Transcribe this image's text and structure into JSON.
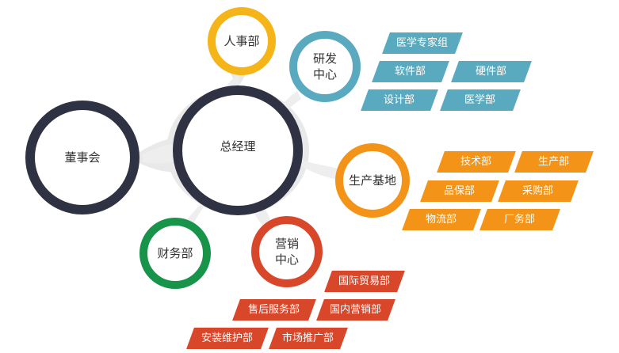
{
  "colors": {
    "dark_ring": "#2f3242",
    "yellow": "#f5b417",
    "blue": "#5aaabf",
    "orange": "#f39419",
    "green": "#17944a",
    "red": "#d9472b",
    "shadow": "#dcdcdc"
  },
  "nodes": {
    "center": {
      "label": "总经理"
    },
    "board": {
      "label": "董事会"
    },
    "hr": {
      "label": "人事部"
    },
    "rnd": {
      "line1": "研发",
      "line2": "中心"
    },
    "production": {
      "label": "生产基地"
    },
    "marketing": {
      "line1": "营销",
      "line2": "中心"
    },
    "finance": {
      "label": "财务部"
    }
  },
  "tags": {
    "rnd": [
      "医学专家组",
      "软件部",
      "硬件部",
      "设计部",
      "医学部"
    ],
    "production": [
      "技术部",
      "生产部",
      "品保部",
      "采购部",
      "物流部",
      "厂务部"
    ],
    "marketing": [
      "国际贸易部",
      "售后服务部",
      "国内营销部",
      "安装维护部",
      "市场推广部"
    ]
  }
}
